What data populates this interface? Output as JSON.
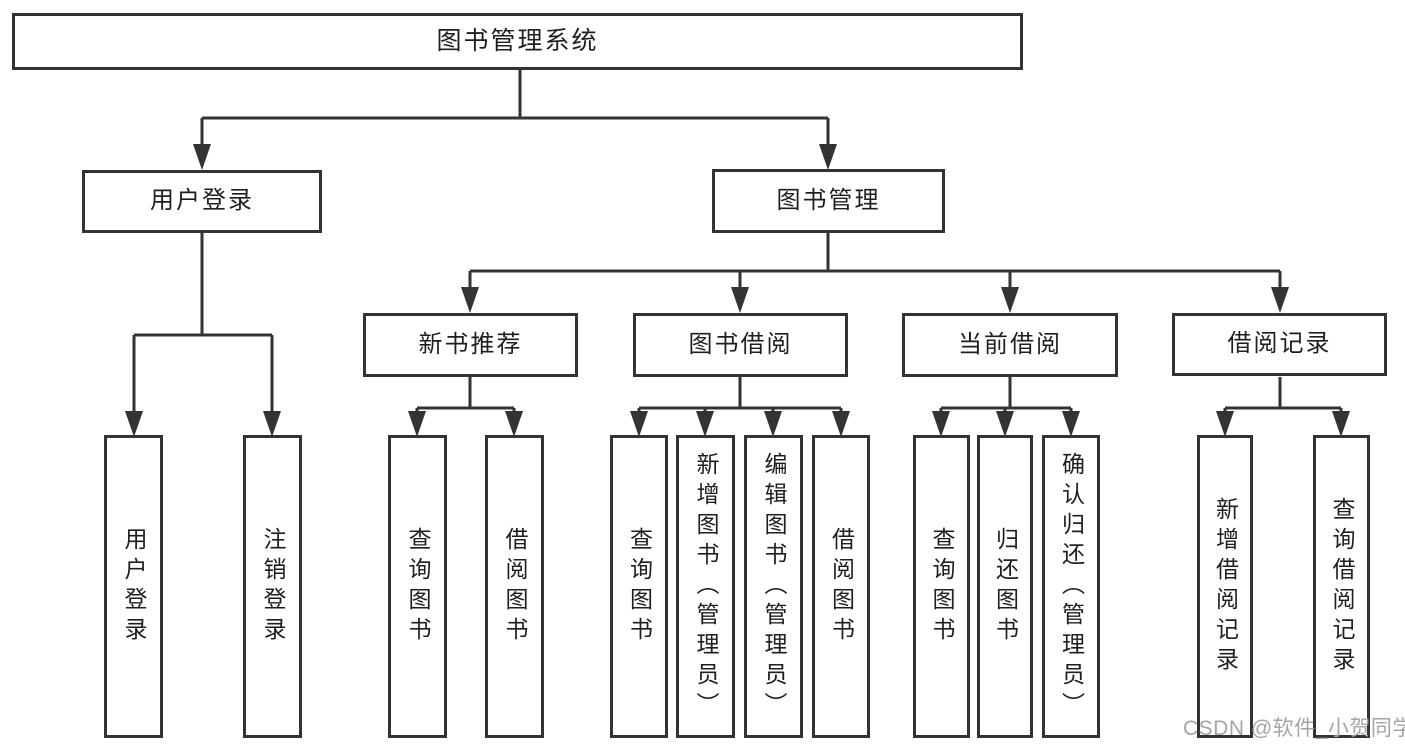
{
  "tree": {
    "label": "图书管理系统",
    "children": [
      {
        "label": "用户登录",
        "children": [
          {
            "label": "用户登录"
          },
          {
            "label": "注销登录"
          }
        ]
      },
      {
        "label": "图书管理",
        "children": [
          {
            "label": "新书推荐",
            "children": [
              {
                "label": "查询图书"
              },
              {
                "label": "借阅图书"
              }
            ]
          },
          {
            "label": "图书借阅",
            "children": [
              {
                "label": "查询图书"
              },
              {
                "label": "新增图书（管理员）"
              },
              {
                "label": "编辑图书（管理员）"
              },
              {
                "label": "借阅图书"
              }
            ]
          },
          {
            "label": "当前借阅",
            "children": [
              {
                "label": "查询图书"
              },
              {
                "label": "归还图书"
              },
              {
                "label": "确认归还（管理员）"
              }
            ]
          },
          {
            "label": "借阅记录",
            "children": [
              {
                "label": "新增借阅记录"
              },
              {
                "label": "查询借阅记录"
              }
            ]
          }
        ]
      }
    ]
  },
  "watermark": {
    "text": "CSDN @软件_小贺同学"
  },
  "colors": {
    "line": "#333333",
    "box_border": "#333333",
    "text": "#1f1f1f",
    "watermark": "#a5a5a5",
    "background": "#ffffff"
  }
}
